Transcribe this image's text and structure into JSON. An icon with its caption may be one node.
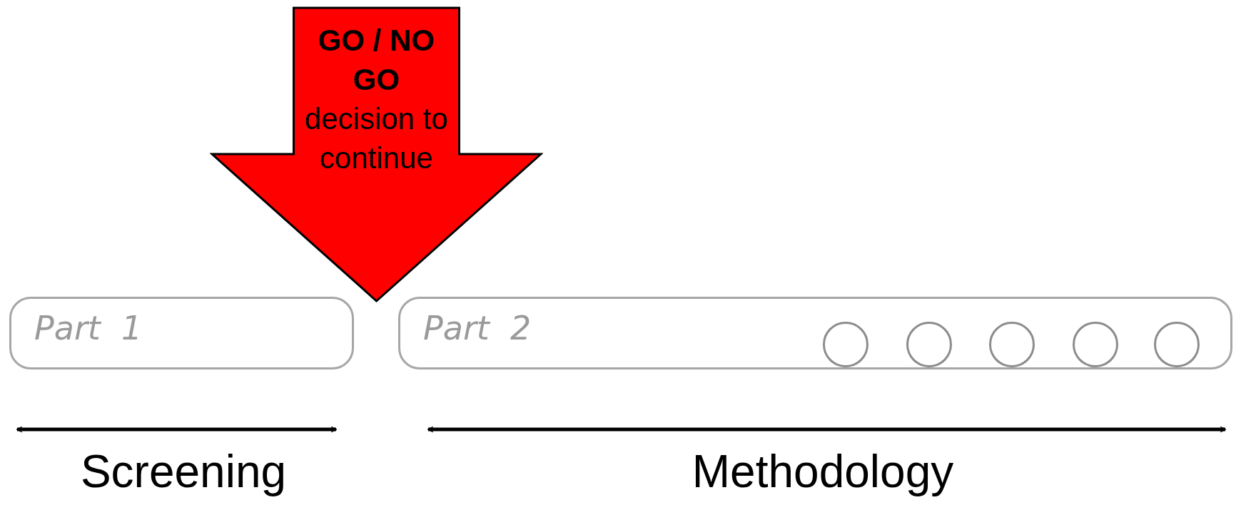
{
  "diagram": {
    "nodes": [
      {
        "text": [
          "GO / NO GO",
          "decision to continue"
        ]
      },
      {
        "text": [
          "Part  1"
        ]
      },
      {
        "text": [
          "Part  2"
        ]
      },
      {
        "text": [],
        "shape": "circle",
        "in": 2
      },
      {
        "text": [],
        "shape": "circle",
        "in": 2
      },
      {
        "text": [],
        "shape": "circle",
        "in": 2
      },
      {
        "text": [],
        "shape": "circle",
        "in": 2
      },
      {
        "text": [],
        "shape": "circle",
        "in": 2
      }
    ],
    "edges": [],
    "labels": [
      "Screening",
      "Methodology"
    ]
  }
}
